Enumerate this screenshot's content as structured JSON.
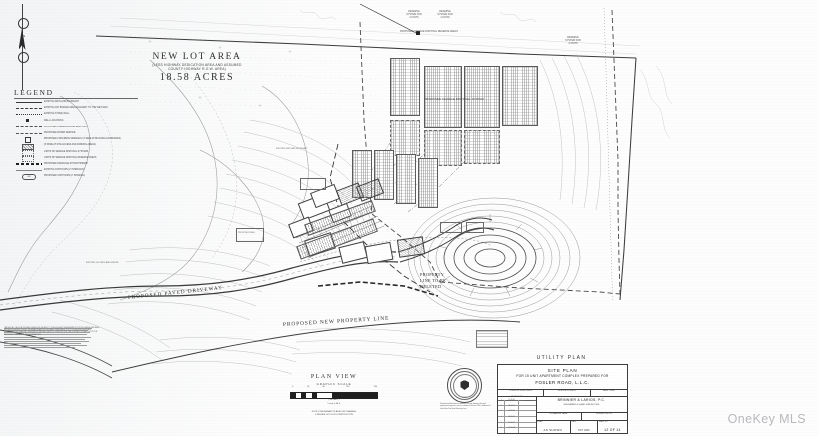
{
  "document": {
    "type": "engineering-site-plan",
    "sheet_background": "#fdfdfd",
    "watermark": "OneKey MLS",
    "watermark_color": "#b9b9bd"
  },
  "north_arrow": {
    "label": "N"
  },
  "legend": {
    "title": "LEGEND",
    "items": [
      {
        "symbol": "solid",
        "label": "EXISTING WETLAND BOUNDARY"
      },
      {
        "symbol": "dash",
        "label": "EXISTING 100' BUFFER AREA ADJACENT TO THE WETLAND"
      },
      {
        "symbol": "dot",
        "label": "EXISTING STONE WALL"
      },
      {
        "symbol": "boxfill",
        "label": "WELL LOCATIONS"
      },
      {
        "symbol": "dashdot",
        "label": "PROPOSED UNDERGROUND ELECTRIC"
      },
      {
        "symbol": "dashdot2",
        "label": "PROPOSED WATER SERVICE"
      },
      {
        "symbol": "box",
        "label": "PROPOSED CONCRETE SIDEWALK (4' WIDE AT BUILDING ENTRANCES)"
      },
      {
        "symbol": "hatch",
        "label": "(5' WIDE AT SITE ACCESS AND PARKING AREAS)"
      },
      {
        "symbol": "dotsq",
        "label": "LIMITS OF SEWAGE DISPOSAL SYSTEMS"
      },
      {
        "symbol": "dotsq2",
        "label": "LIMITS OF SEWAGE DISPOSAL RESERVE AREAS"
      },
      {
        "symbol": "thick",
        "label": "PROPOSED DRAINAGE STORM PIPEWAY"
      },
      {
        "symbol": "contour",
        "label": "EXISTING CONTOURS (2' INTERVALS)"
      },
      {
        "symbol": "pill",
        "label": "PROPOSED CONTOURS (2' INTERVAL)"
      }
    ]
  },
  "map_labels": {
    "new_lot_area_title": "NEW LOT AREA",
    "new_lot_area_sub1": "(LESS HIGHWAY DEDICATION AREA AND ASSUMED",
    "new_lot_area_sub2": "COUNTY HIGHWAY R.O.W. AREA)",
    "new_lot_area_value": "18.58 ACRES",
    "reserve_1": "RESERVE\nSYSTEM FOR\n4 UNITS",
    "reserve_2": "RESERVE\nSYSTEM FOR\n4 UNITS",
    "reserve_3": "RESERVE\nSYSTEM FOR\n4 UNITS",
    "reserve_areas": "PROPOSED SEWAGE DISPOSAL RESERVE AREAS",
    "sewage_disposal": "PROPOSED SEWAGE DISPOSAL SYSTEM",
    "property_line_deleted": "PROPERTY\nLINE TO BE\nDELETED",
    "proposed_new_property_line": "PROPOSED NEW PROPERTY LINE",
    "paved_driveway": "PROPOSED PAVED DRIVEWAY",
    "proposed_well": "PROPOSED WELL",
    "wetland_boundary": "EXISTING WETLAND BOUNDARY",
    "buffer_note": "EXISTING 100' WETLAND BUFFER"
  },
  "plan_view": {
    "title": "PLAN VIEW",
    "subtitle": "GRAPHIC SCALE",
    "scale_ticks": [
      "0",
      "30",
      "60",
      "120",
      "240"
    ],
    "scale_unit_1": "( IN FEET )",
    "scale_unit_2": "1 inch = 60 ft.",
    "note_line_1": "NOTE: PRELIMINARY PLANS FOR PLANNING",
    "note_line_2": "& REVIEW, NOT FOR CONSTRUCTION"
  },
  "title_block": {
    "header": "UTILITY PLAN",
    "line1": "SITE PLAN",
    "line2": "FOR 15 UNIT APARTMENT COMPLEX PREPARED FOR",
    "line3": "FOSLER ROAD, L.L.C.",
    "town_label": "TOWN OF PLATTEKILL",
    "county_label": "ULSTER COUNTY",
    "state_label": "NEW YORK",
    "firm_name": "BRINNIER & LARIOS, P.C.",
    "firm_sub": "ENGINEERS & LAND SURVEYORS",
    "firm_address": "87 MAIDEN LANE",
    "firm_city": "KINGSTON, N.Y.",
    "scale_label": "SCALE",
    "scale_value": "AS SHOWN",
    "date_label": "DATE",
    "date_value": "OCT. 2006",
    "sheet_label": "SHEET NO.",
    "sheet_value": "12 OF 14",
    "rev_header": "REVISIONS",
    "revisions": [
      {
        "no": "1",
        "date": "12-11-06",
        "desc": "PER TOWN COMMENTS"
      },
      {
        "no": "2",
        "date": "02-14-07",
        "desc": "PER DOH REVIEW"
      },
      {
        "no": "3",
        "date": "05-22-07",
        "desc": "PER PB COMMENTS"
      },
      {
        "no": "4",
        "date": "08-09-07",
        "desc": "PER ENG. REVIEW"
      },
      {
        "no": "5",
        "date": "11-06-07",
        "desc": "PER TOWN REVIEW"
      },
      {
        "no": "6",
        "date": "03-18-08",
        "desc": "REVISED UNIT COUNT"
      }
    ]
  },
  "seal": {
    "caption": "N.Y.S."
  },
  "notes_block": {
    "text": "THAT ANY ALL CALCULATIONS AND DIMENSIONS RELATED TO THE BOUNDARY MEASUREMENTS UTILIZED HEREIN HAVE BEEN DERIVED FROM FIELD SURVEY INFORMATION AND RECORD MAPS; SUBSURFACE UTILITY LOCATIONS SHOWN ARE APPROXIMATE AND SHALL BE CONFIRMED IN THE FIELD PRIOR TO CONSTRUCTION. THE CONTRACTOR SHALL NOTIFY THE ENGINEER OF RECORD OF ANY DISCREPANCIES."
  },
  "seal_note": {
    "text": "Unauthorized alterations or additions to a plan bearing a licensed professional engineer's seal is a violation of Section 7209, subdivision 2, of the New York State Education Law."
  }
}
